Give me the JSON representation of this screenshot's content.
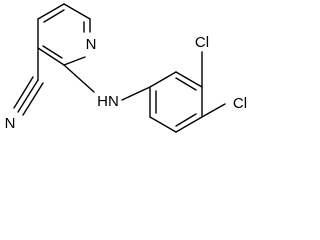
{
  "molecule": {
    "atoms": {
      "pyridine_n": "N",
      "nitrile_n": "N",
      "amine": "HN",
      "cl_meta": "Cl",
      "cl_para": "Cl"
    }
  },
  "colors": {
    "bond": "#000000",
    "label": "#000000",
    "background": "#ffffff"
  }
}
